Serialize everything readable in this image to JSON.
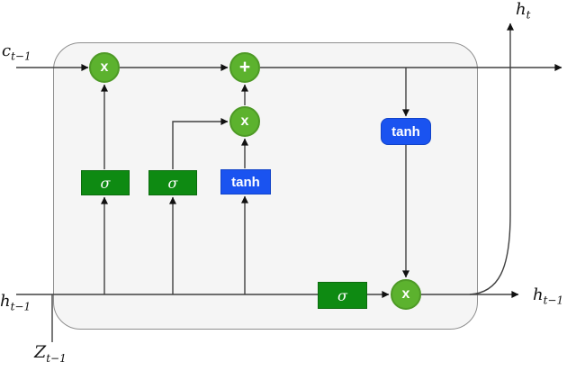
{
  "labels": {
    "cell_state_input": {
      "base": "c",
      "sub": "t−1"
    },
    "hidden_state_output_top": {
      "base": "h",
      "sub": "t"
    },
    "hidden_state_input_left": {
      "base": "h",
      "sub": "t−1"
    },
    "hidden_state_output_right": {
      "base": "h",
      "sub": "t−1"
    },
    "input_bottom": {
      "base": "Z",
      "sub": "t−1"
    }
  },
  "gates": {
    "forget_gate": "σ",
    "input_gate": "σ",
    "candidate_activation": "tanh",
    "cell_activation": "tanh",
    "output_gate": "σ"
  },
  "operators": {
    "forget_multiply": "x",
    "cell_add": "+",
    "input_multiply": "x",
    "output_multiply": "x"
  },
  "colors": {
    "operator_node_fill": "#5cb22e",
    "operator_node_border": "#4e9a26",
    "sigma_gate_fill": "#0e8a12",
    "tanh_gate_fill": "#1a53f0",
    "cell_body_fill": "#f5f5f5",
    "cell_body_border": "#8f8f8f",
    "connector_line": "#404040",
    "arrowhead": "#111111"
  }
}
